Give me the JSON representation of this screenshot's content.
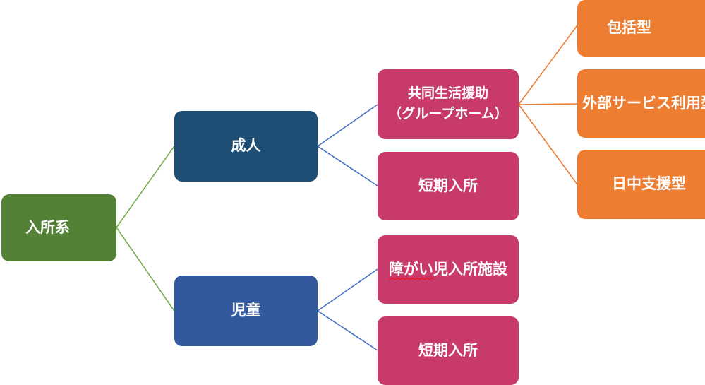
{
  "colors": {
    "background": "#FFFFFF",
    "node-green": "#538135",
    "node-darkblue": "#1F4E74",
    "node-blue": "#32599E",
    "node-pink": "#C93A6C",
    "node-orange": "#ED7D31",
    "line-green": "#72AE4C",
    "line-blue": "#4472C4",
    "line-orange": "#ED7D31",
    "spellcheck-red": "#FF0000"
  },
  "diagram": {
    "root": {
      "label": "入所系"
    },
    "branches": [
      {
        "label": "成人"
      },
      {
        "label": "児童"
      }
    ],
    "services": [
      {
        "line1": "共同生活援助",
        "line2": "（グループホーム）"
      },
      {
        "label": "短期入所"
      },
      {
        "misspelled": "障がい",
        "rest": "児入所施設"
      },
      {
        "label": "短期入所"
      }
    ],
    "group_home_types": [
      {
        "label": "包括型"
      },
      {
        "label": "外部サービス利用型"
      },
      {
        "label": "日中支援型"
      }
    ]
  }
}
